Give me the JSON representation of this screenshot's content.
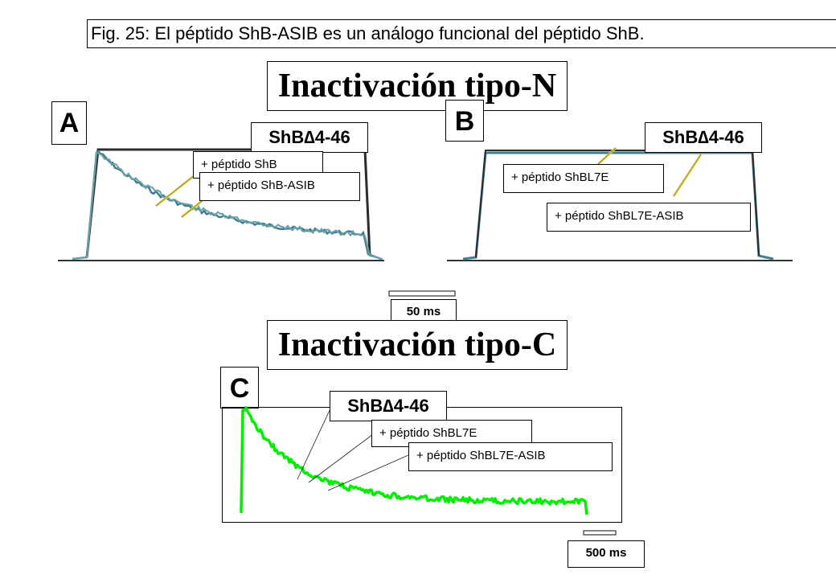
{
  "caption": "Fig. 25: El péptido ShB-ASIB es un análogo funcional del péptido ShB.",
  "section_n_title": "Inactivación tipo-N",
  "section_c_title": "Inactivación tipo-C",
  "panel_a": {
    "letter": "A",
    "construct": "ShB∆4-46",
    "label_1": "+ péptido ShB",
    "label_2": "+ péptido ShB-ASIB"
  },
  "panel_b": {
    "letter": "B",
    "construct": "ShB∆4-46",
    "label_1": "+ péptido ShBL7E",
    "label_2": "+ péptido ShBL7E-ASIB"
  },
  "panel_c": {
    "letter": "C",
    "construct": "ShB∆4-46",
    "label_1": "+ péptido ShBL7E",
    "label_2": "+ péptido ShBL7E-ASIB"
  },
  "scalebar_top": "50 ms",
  "scalebar_bottom": "500 ms",
  "colors": {
    "trace_blue": "#3f7f8f",
    "trace_green": "#00ee00",
    "pointer_yellow": "#e8d84a"
  }
}
